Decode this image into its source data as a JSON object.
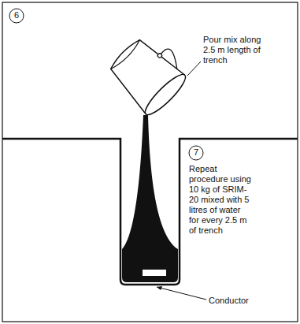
{
  "diagram": {
    "labels": [
      "6",
      "Pour mix along 2.5 m length of trench",
      "7",
      "Repeat procedure using 10 kg of SRIM-20 mixed with 5 litres of water for every 2.5 m of trench",
      "Conductor"
    ]
  }
}
